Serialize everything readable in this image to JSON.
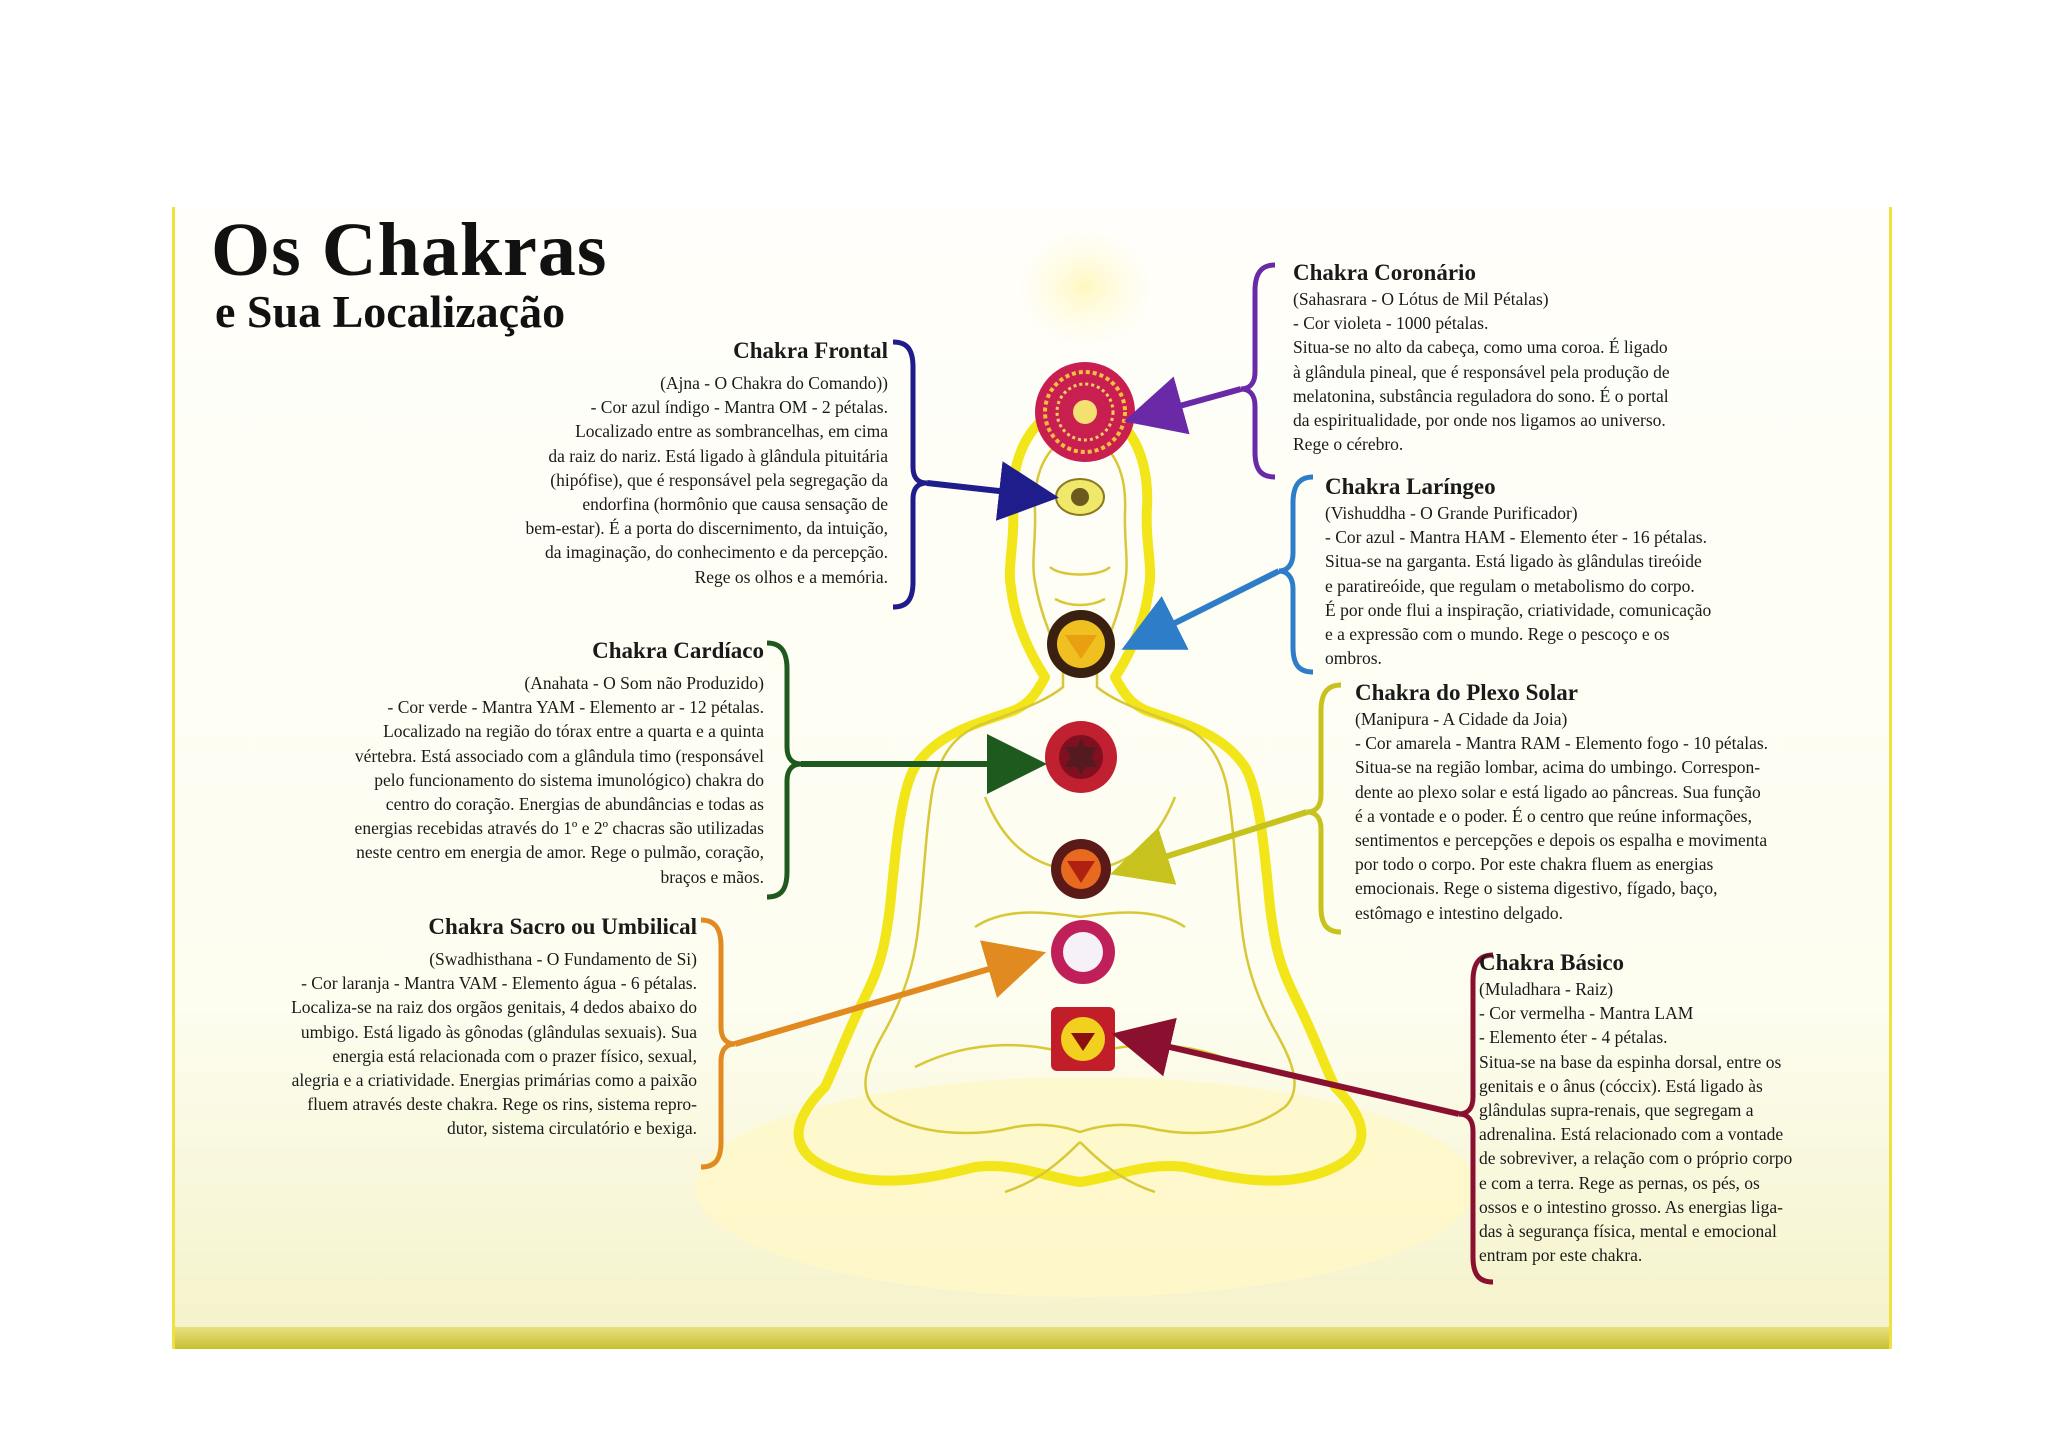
{
  "title": "Os Chakras",
  "subtitle": "e Sua Localização",
  "colors": {
    "aura": "#f2e61a",
    "frontal": "#1f1c8c",
    "coronario": "#6a2aa8",
    "laringeo": "#2e7dc8",
    "cardiaco": "#1e5a1e",
    "plexo": "#c8c21e",
    "sacro": "#e08a20",
    "basico": "#8a1030"
  },
  "chakras": [
    {
      "id": "frontal",
      "heading": "Chakra Frontal",
      "lines": [
        "(Ajna - O Chakra do Comando))",
        "- Cor azul índigo - Mantra OM - 2 pétalas.",
        "Localizado entre as sombrancelhas, em cima",
        "da raiz do nariz. Está ligado à glândula pituitária",
        "(hipófise), que é responsável pela segregação da",
        "endorfina (hormônio que causa sensação de",
        "bem-estar). É a porta do discernimento, da intuição,",
        "da imaginação, do conhecimento e da percepção.",
        "Rege os olhos e a memória."
      ]
    },
    {
      "id": "coronario",
      "heading": "Chakra Coronário",
      "lines": [
        "(Sahasrara - O Lótus de Mil Pétalas)",
        "- Cor violeta - 1000 pétalas.",
        "Situa-se no alto da cabeça, como uma coroa. É ligado",
        "à glândula pineal, que é responsável pela produção de",
        "melatonina, substância reguladora do sono. É o portal",
        "da espiritualidade, por onde nos ligamos ao universo.",
        "Rege o cérebro."
      ]
    },
    {
      "id": "laringeo",
      "heading": "Chakra Laríngeo",
      "lines": [
        "(Vishuddha - O Grande Purificador)",
        "- Cor azul - Mantra HAM - Elemento éter - 16 pétalas.",
        "Situa-se na garganta. Está ligado às glândulas tireóide",
        "e paratireóide, que regulam o metabolismo do corpo.",
        "É por onde flui a inspiração, criatividade, comunicação",
        "e a expressão com o mundo. Rege o pescoço e os",
        "ombros."
      ]
    },
    {
      "id": "cardiaco",
      "heading": "Chakra Cardíaco",
      "lines": [
        "(Anahata - O Som não Produzido)",
        "- Cor verde - Mantra YAM - Elemento ar - 12 pétalas.",
        "Localizado na região do tórax entre a quarta e a quinta",
        "vértebra. Está associado com a glândula timo (responsável",
        "pelo funcionamento do sistema imunológico) chakra do",
        "centro do coração. Energias de abundâncias e todas as",
        "energias recebidas através do 1º e 2º chacras são utilizadas",
        "neste centro em energia de amor. Rege o pulmão, coração,",
        "braços e mãos."
      ]
    },
    {
      "id": "plexo",
      "heading": "Chakra do Plexo Solar",
      "lines": [
        "(Manipura - A Cidade da Joia)",
        "- Cor amarela - Mantra RAM - Elemento fogo - 10 pétalas.",
        "Situa-se na região lombar, acima do umbingo. Correspon-",
        "dente ao plexo solar e está ligado ao pâncreas. Sua função",
        "é a vontade e o poder. É o centro que reúne informações,",
        "sentimentos e percepções e depois os espalha e movimenta",
        "por todo o corpo. Por este chakra fluem as energias",
        "emocionais. Rege o sistema digestivo, fígado, baço,",
        "estômago e intestino delgado."
      ]
    },
    {
      "id": "sacro",
      "heading": "Chakra Sacro ou Umbilical",
      "lines": [
        "(Swadhisthana - O Fundamento de Si)",
        "- Cor laranja - Mantra VAM - Elemento água - 6 pétalas.",
        "Localiza-se na raiz dos orgãos genitais, 4 dedos abaixo do",
        "umbigo. Está ligado às gônodas (glândulas sexuais). Sua",
        "energia está relacionada com o prazer físico, sexual,",
        "alegria e a criatividade. Energias primárias como a paixão",
        "fluem através deste chakra. Rege os rins, sistema repro-",
        "dutor, sistema circulatório e bexiga."
      ]
    },
    {
      "id": "basico",
      "heading": "Chakra Básico",
      "lines": [
        "(Muladhara - Raiz)",
        "- Cor vermelha - Mantra LAM",
        "- Elemento éter - 4 pétalas.",
        "Situa-se na base da espinha dorsal, entre os",
        "genitais e o ânus (cóccix). Está ligado às",
        "glândulas supra-renais, que segregam a",
        "adrenalina. Está relacionado com a vontade",
        "de sobreviver, a relação com o próprio corpo",
        "e com a terra. Rege as pernas, os pés, os",
        "ossos e o intestino grosso. As energias liga-",
        "das à segurança física, mental e emocional",
        "entram por este chakra."
      ]
    }
  ]
}
